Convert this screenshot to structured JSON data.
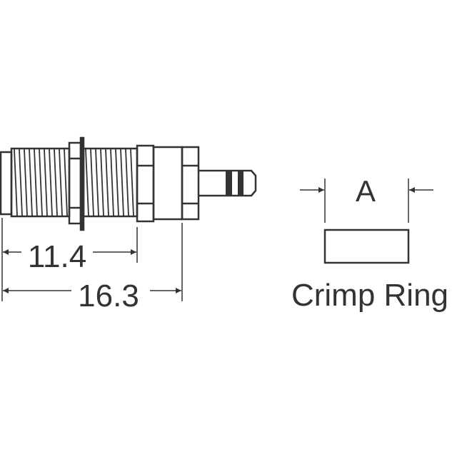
{
  "dimensions": {
    "overall_length": "16.3",
    "thread_length": "11.4",
    "crimp_width_label": "A"
  },
  "crimp_ring_label": "Crimp Ring",
  "colors": {
    "line": "#333333",
    "background": "#ffffff"
  }
}
